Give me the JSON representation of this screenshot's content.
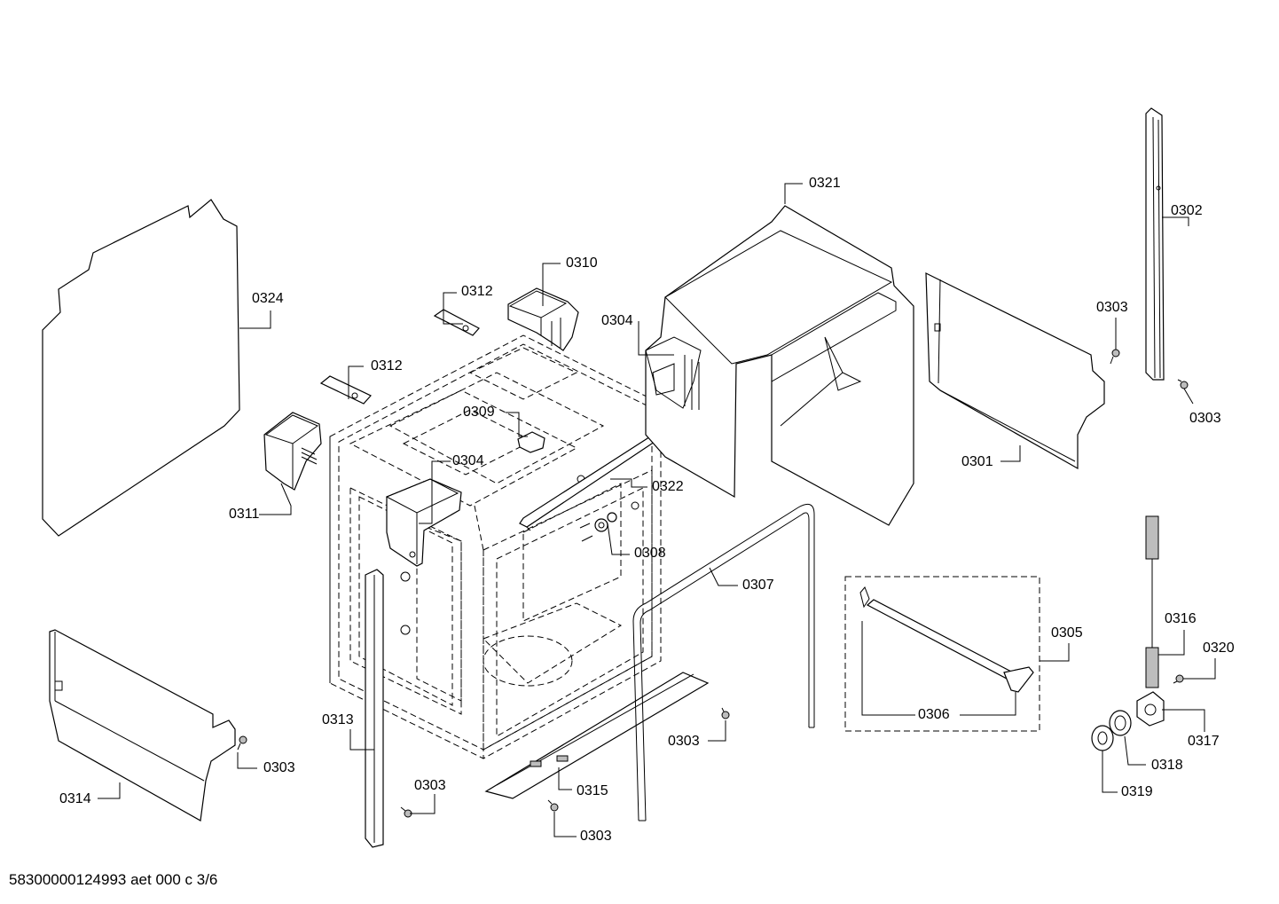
{
  "footer": "58300000124993 aet 000 c 3/6",
  "labels": {
    "p0301": "0301",
    "p0302": "0302",
    "p0303a": "0303",
    "p0303b": "0303",
    "p0303c": "0303",
    "p0303d": "0303",
    "p0303e": "0303",
    "p0303f": "0303",
    "p0304a": "0304",
    "p0304b": "0304",
    "p0305": "0305",
    "p0306": "0306",
    "p0307": "0307",
    "p0308": "0308",
    "p0309": "0309",
    "p0310": "0310",
    "p0311": "0311",
    "p0312a": "0312",
    "p0312b": "0312",
    "p0313": "0313",
    "p0314": "0314",
    "p0315": "0315",
    "p0316": "0316",
    "p0317": "0317",
    "p0318": "0318",
    "p0319": "0319",
    "p0320": "0320",
    "p0321": "0321",
    "p0322": "0322",
    "p0324": "0324"
  }
}
